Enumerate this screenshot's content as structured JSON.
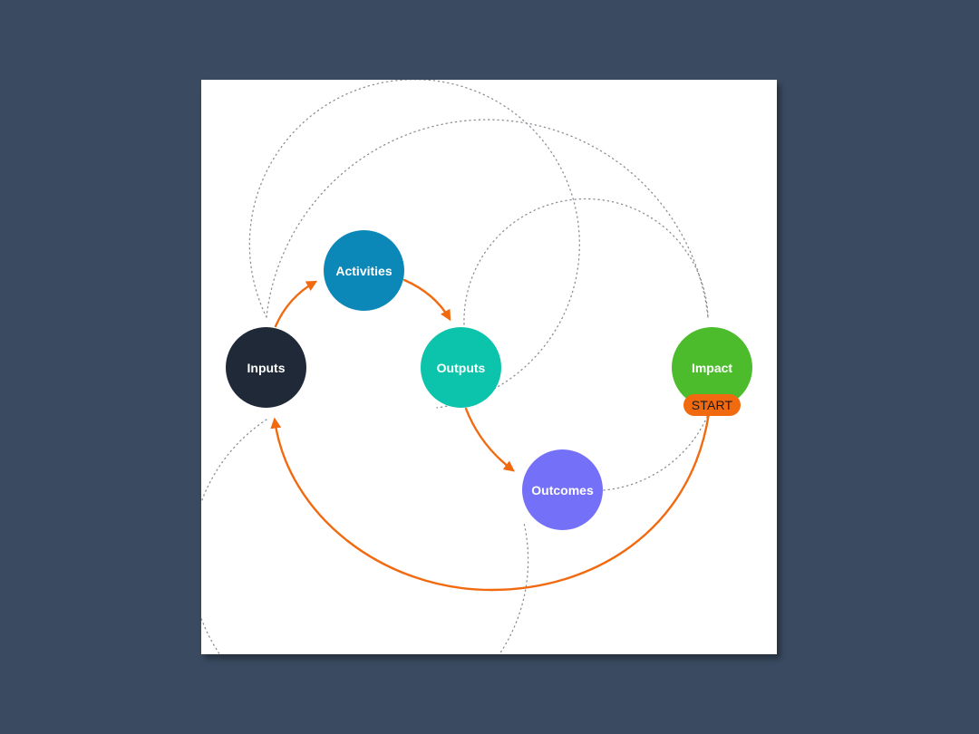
{
  "nodes": {
    "inputs": {
      "label": "Inputs",
      "color": "#202938"
    },
    "activities": {
      "label": "Activities",
      "color": "#0c88b8"
    },
    "outputs": {
      "label": "Outputs",
      "color": "#0cc4ab"
    },
    "outcomes": {
      "label": "Outcomes",
      "color": "#7470f8"
    },
    "impact": {
      "label": "Impact",
      "color": "#4cbc2d"
    }
  },
  "start_badge": {
    "label": "START",
    "color": "#f26a10"
  },
  "colors": {
    "background": "#3a4a60",
    "arrow": "#f26a10",
    "dotted_ring": "#8a8f96"
  }
}
